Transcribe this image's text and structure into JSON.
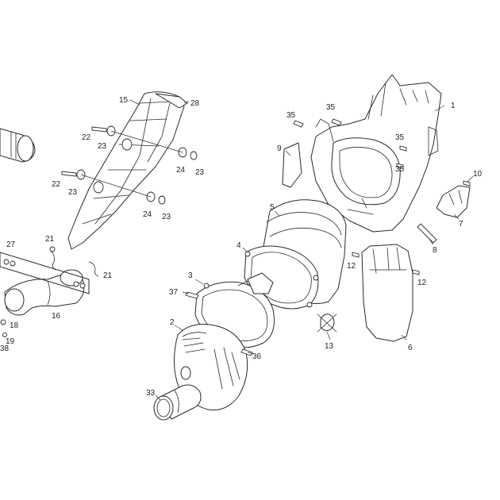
{
  "callouts": {
    "c1": "1",
    "c2": "2",
    "c3": "3",
    "c4": "4",
    "c5": "5",
    "c6": "6",
    "c7": "7",
    "c8": "8",
    "c9": "9",
    "c10": "10",
    "c12a": "12",
    "c12b": "12",
    "c13": "13",
    "c15": "15",
    "c16": "16",
    "c18": "18",
    "c19": "19",
    "c21a": "21",
    "c21b": "21",
    "c22a": "22",
    "c22b": "22",
    "c23a": "23",
    "c23b": "23",
    "c23c": "23",
    "c23d": "23",
    "c24a": "24",
    "c24b": "24",
    "c27": "27",
    "c28": "28",
    "c33": "33",
    "c35a": "35",
    "c35b": "35",
    "c35c": "35",
    "c35d": "35",
    "c36": "36",
    "c37": "37",
    "c38": "38"
  },
  "colors": {
    "line": "#2a2a2a",
    "background": "#ffffff"
  }
}
